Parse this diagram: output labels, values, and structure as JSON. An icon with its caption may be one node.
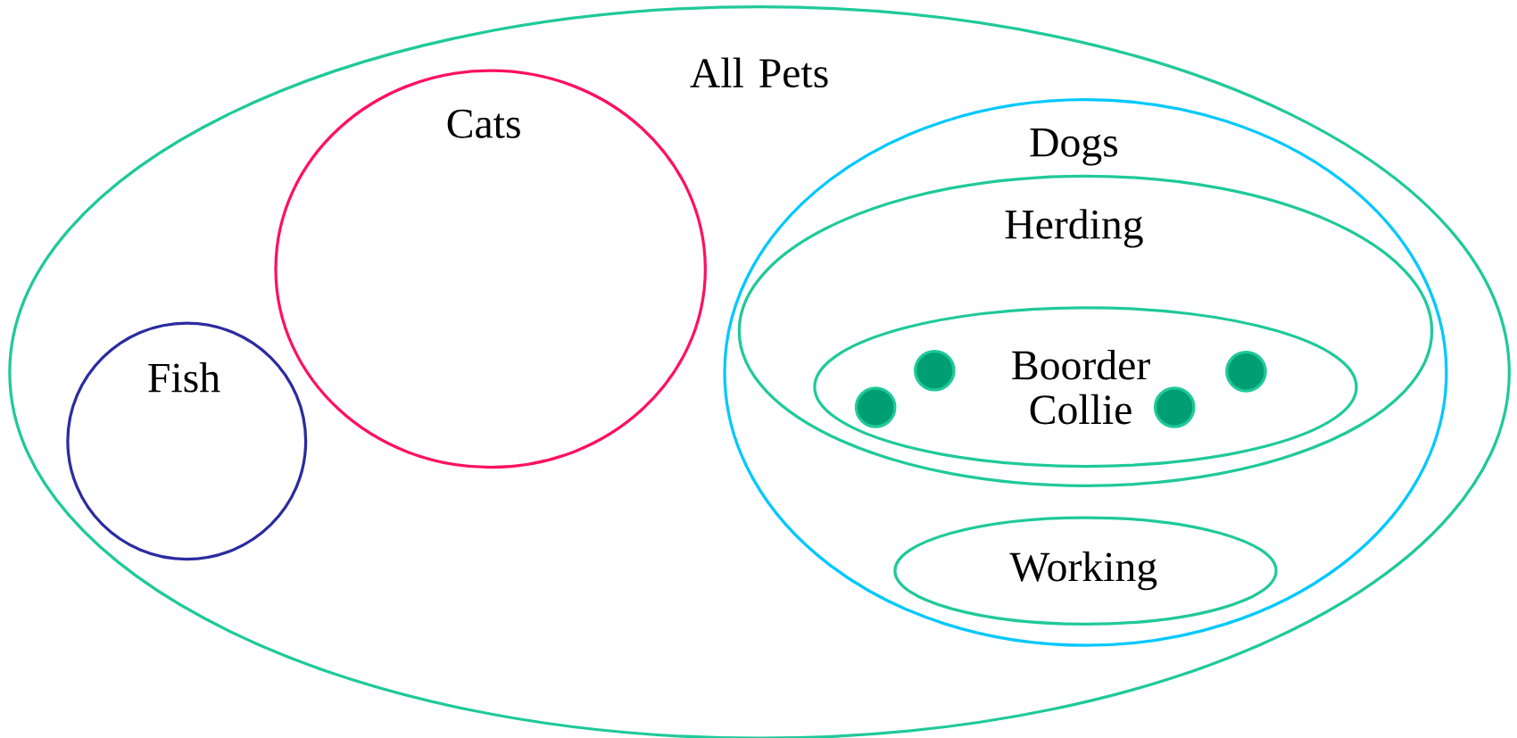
{
  "diagram": {
    "nodes": [
      {
        "text": [
          "All Pets"
        ]
      },
      {
        "text": [
          "Cats"
        ],
        "in": 0
      },
      {
        "text": [
          "Fish"
        ],
        "in": 0
      },
      {
        "text": [
          "Dogs"
        ],
        "in": 0
      },
      {
        "text": [
          "Herding"
        ],
        "in": 3
      },
      {
        "text": [
          "Boorder Collie"
        ],
        "in": 4
      },
      {
        "text": [],
        "shape": "circle",
        "in": 5
      },
      {
        "text": [],
        "shape": "circle",
        "in": 5
      },
      {
        "text": [],
        "shape": "circle",
        "in": 5
      },
      {
        "text": [],
        "shape": "circle",
        "in": 5
      },
      {
        "text": [
          "Working"
        ],
        "in": 3
      }
    ]
  }
}
